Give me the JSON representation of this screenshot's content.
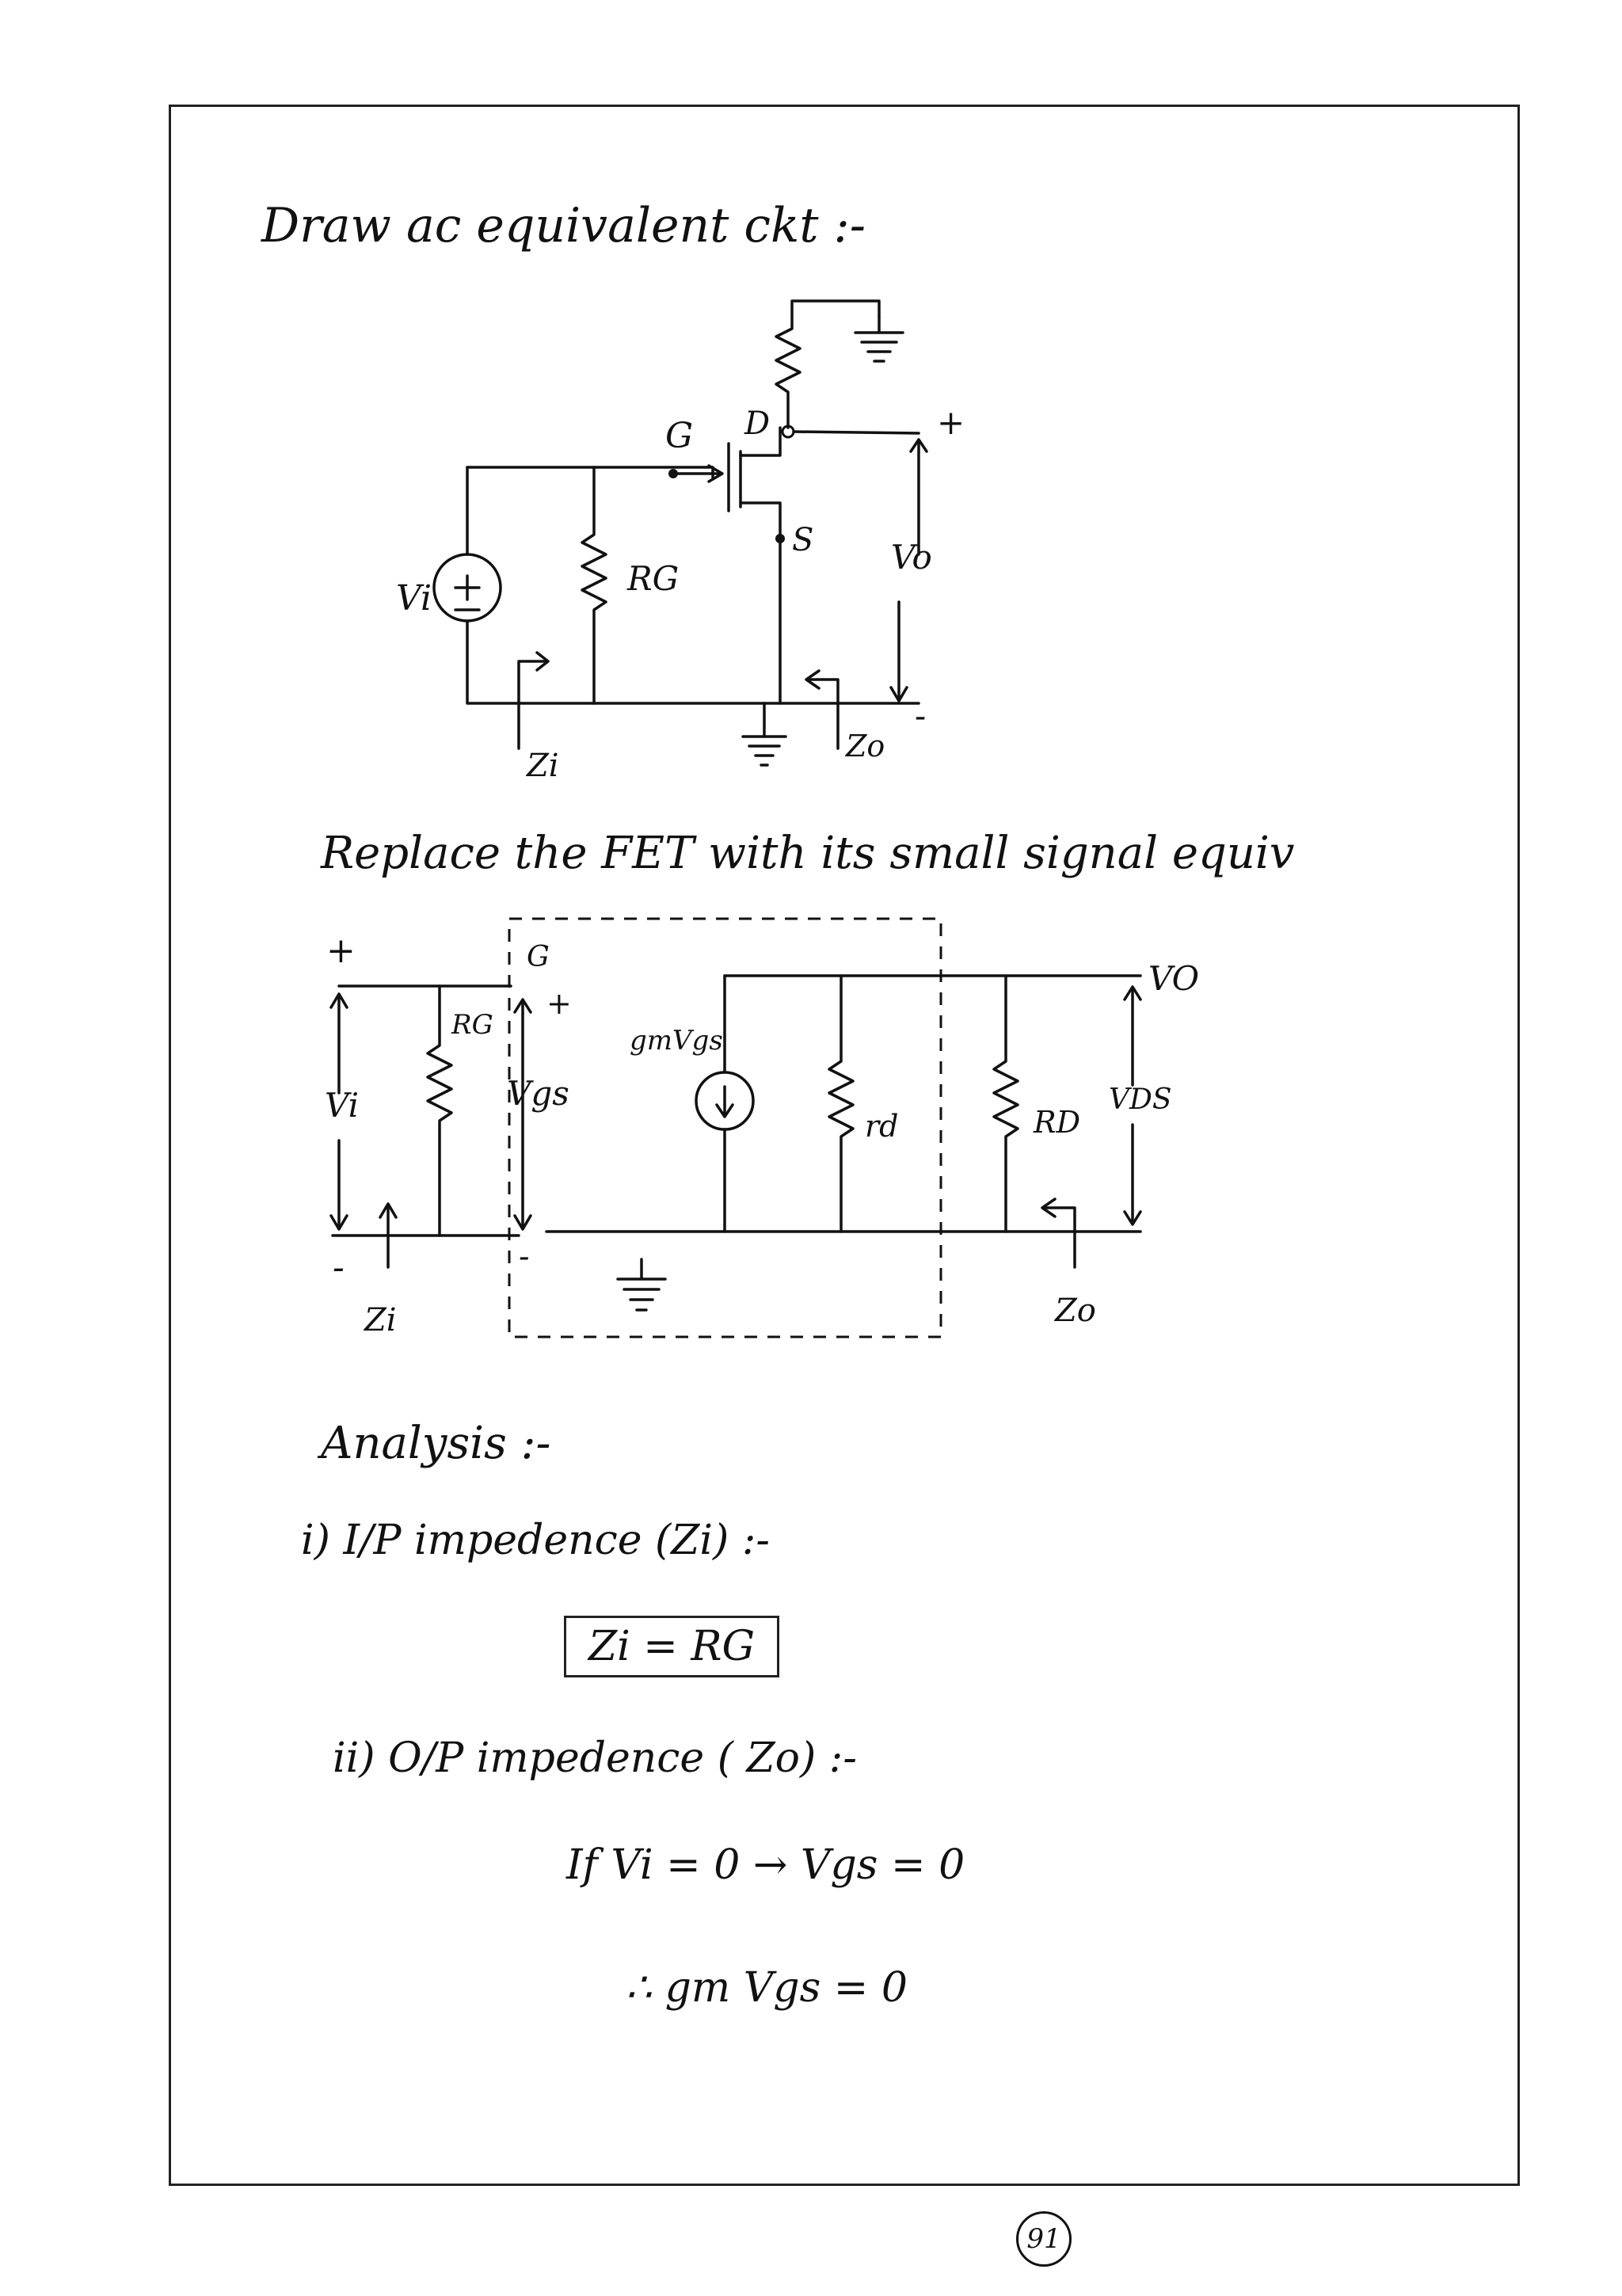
{
  "heading": "Draw ac equivalent ckt :-",
  "circuit1": {
    "labels": {
      "gate": "G",
      "drain": "D",
      "source": "S",
      "vi": "Vi",
      "rg": "RG",
      "vo": "Vo",
      "zi": "Zi",
      "zo": "Zo",
      "plus": "+",
      "minus": "-"
    }
  },
  "replace_text": "Replace the FET with its small signal equiv",
  "circuit2": {
    "labels": {
      "plus": "+",
      "minus": "-",
      "gate": "G",
      "rg": "RG",
      "vi": "Vi",
      "vgs": "Vgs",
      "gmvgs": "gmVgs",
      "rd": "rd",
      "RD": "RD",
      "vds": "VDS",
      "vo": "VO",
      "zi": "Zi",
      "zo": "Zo"
    }
  },
  "analysis": {
    "title": "Analysis :-",
    "item1": "i) I/P impedence (Zi) :-",
    "formula1": "Zi = RG",
    "item2": "ii) O/P impedence ( Zo) :-",
    "line1": "If Vi = 0 → Vgs = 0",
    "line2": "∴ gm Vgs = 0"
  },
  "page_number": "91"
}
